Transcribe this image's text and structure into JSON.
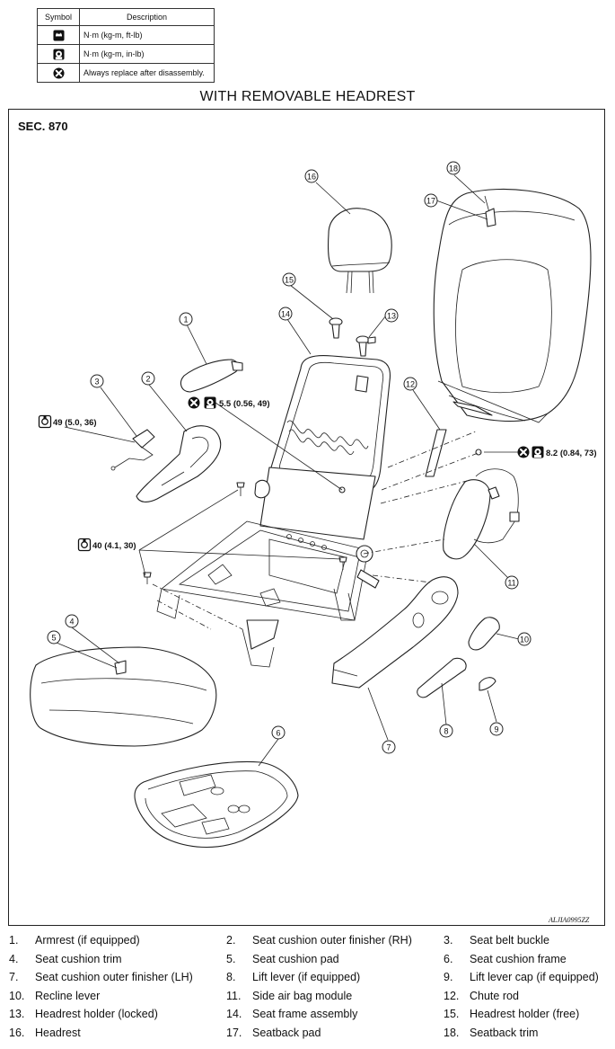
{
  "legend": {
    "header_symbol": "Symbol",
    "header_description": "Description",
    "rows": [
      {
        "icon": "torque-wrench-ftlb-icon",
        "description": "N·m (kg-m, ft-lb)"
      },
      {
        "icon": "torque-wrench-inlb-icon",
        "description": "N·m (kg-m, in-lb)"
      },
      {
        "icon": "always-replace-icon",
        "description": "Always replace after disassembly."
      }
    ]
  },
  "title": "WITH REMOVABLE HEADREST",
  "section": "SEC. 870",
  "figure_code": "ALJIA0995ZZ",
  "callouts": [
    "1",
    "2",
    "3",
    "4",
    "5",
    "6",
    "7",
    "8",
    "9",
    "10",
    "11",
    "12",
    "13",
    "14",
    "15",
    "16",
    "17",
    "18"
  ],
  "torques": {
    "t49": "49 (5.0, 36)",
    "t55": "5.5 (0.56, 49)",
    "t40": "40 (4.1, 30)",
    "t82": "8.2 (0.84, 73)"
  },
  "parts": [
    {
      "num": "1.",
      "name": "Armrest (if equipped)"
    },
    {
      "num": "2.",
      "name": "Seat cushion outer finisher (RH)"
    },
    {
      "num": "3.",
      "name": "Seat belt buckle"
    },
    {
      "num": "4.",
      "name": "Seat cushion trim"
    },
    {
      "num": "5.",
      "name": "Seat cushion pad"
    },
    {
      "num": "6.",
      "name": "Seat cushion frame"
    },
    {
      "num": "7.",
      "name": "Seat cushion outer finisher (LH)"
    },
    {
      "num": "8.",
      "name": "Lift lever (if equipped)"
    },
    {
      "num": "9.",
      "name": "Lift lever cap (if equipped)"
    },
    {
      "num": "10.",
      "name": "Recline lever"
    },
    {
      "num": "11.",
      "name": "Side air bag module"
    },
    {
      "num": "12.",
      "name": "Chute rod"
    },
    {
      "num": "13.",
      "name": "Headrest holder (locked)"
    },
    {
      "num": "14.",
      "name": "Seat frame assembly"
    },
    {
      "num": "15.",
      "name": "Headrest holder (free)"
    },
    {
      "num": "16.",
      "name": "Headrest"
    },
    {
      "num": "17.",
      "name": "Seatback pad"
    },
    {
      "num": "18.",
      "name": "Seatback trim"
    }
  ]
}
